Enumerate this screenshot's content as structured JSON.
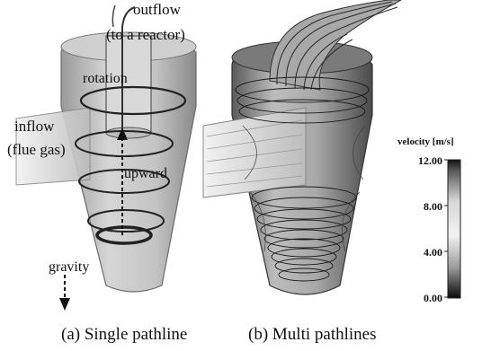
{
  "panel_a": {
    "caption": "(a) Single pathline",
    "labels": {
      "outflow_1": "outflow",
      "outflow_2": "(to a reactor)",
      "rotation": "rotation",
      "inflow_1": "inflow",
      "inflow_2": "(flue gas)",
      "upward": "upward",
      "gravity": "gravity"
    }
  },
  "panel_b": {
    "caption": "(b) Multi pathlines"
  },
  "colorbar": {
    "title": "velocity [m/s]",
    "ticks": [
      "12.00",
      "8.00",
      "4.00",
      "0.00"
    ],
    "colors": {
      "high": "#111111",
      "mid": "#f2f2f2",
      "low": "#0a0a0a"
    }
  }
}
